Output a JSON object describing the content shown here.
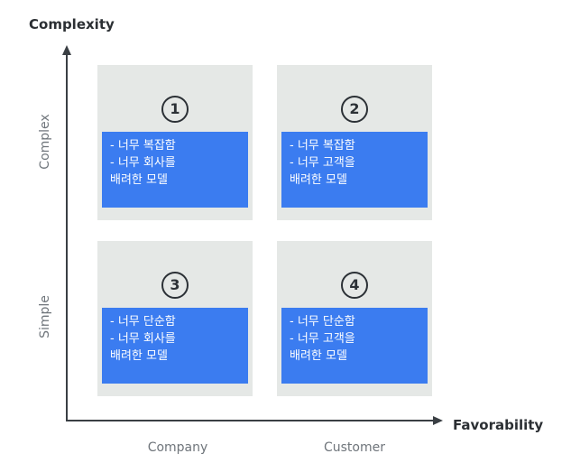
{
  "axes": {
    "y_title": "Complexity",
    "x_title": "Favorability",
    "rows": [
      "Complex",
      "Simple"
    ],
    "columns": [
      "Company",
      "Customer"
    ]
  },
  "colors": {
    "axis": "#3a3f44",
    "cell_background": "#e5e8e6",
    "description_background": "#3b7cf0",
    "description_text": "#ffffff"
  },
  "quadrants": [
    {
      "number": "1",
      "lines": [
        "- 너무 복잡함",
        "- 너무 회사를",
        "배려한 모델"
      ]
    },
    {
      "number": "2",
      "lines": [
        "- 너무 복잡함",
        "- 너무 고객을",
        "배려한 모델"
      ]
    },
    {
      "number": "3",
      "lines": [
        "- 너무 단순함",
        "- 너무 회사를",
        "배려한 모델"
      ]
    },
    {
      "number": "4",
      "lines": [
        "- 너무 단순함",
        "- 너무 고객을",
        "배려한 모델"
      ]
    }
  ]
}
